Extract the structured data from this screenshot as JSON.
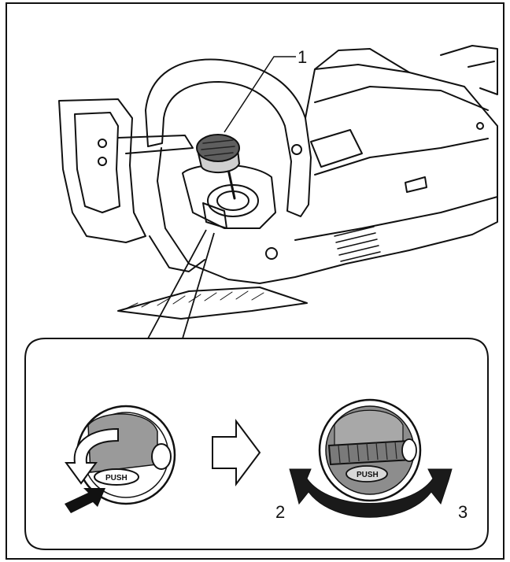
{
  "callouts": {
    "label_1": "1",
    "label_2": "2",
    "label_3": "3"
  },
  "cap_labels": {
    "left_push": "PUSH",
    "right_push": "PUSH"
  },
  "colors": {
    "line": "#111111",
    "gray_fill": "#9a9a9a",
    "light_gray": "#cfcfcf",
    "background": "#ffffff"
  },
  "icons": {
    "direction_arrow": "hollow-right-arrow",
    "rotate_arrow": "double-headed-curved-arrow",
    "press_arrow": "push-arrow"
  }
}
